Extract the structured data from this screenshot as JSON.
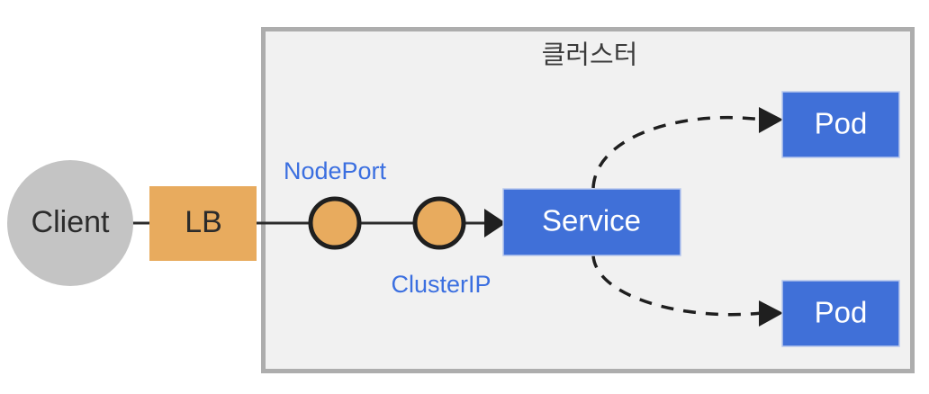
{
  "diagram": {
    "title_text": "클러스터",
    "nodes": {
      "client": {
        "label": "Client",
        "shape": "circle",
        "color": "#c4c4c4"
      },
      "lb": {
        "label": "LB",
        "shape": "rect",
        "color": "#e8ab5e"
      },
      "nodeport_circle": {
        "label": "",
        "shape": "circle",
        "color": "#e8ab5e"
      },
      "clusterip_circle": {
        "label": "",
        "shape": "circle",
        "color": "#e8ab5e"
      },
      "service": {
        "label": "Service",
        "shape": "rect",
        "color": "#4070d8"
      },
      "pod_top": {
        "label": "Pod",
        "shape": "rect",
        "color": "#4070d8"
      },
      "pod_bottom": {
        "label": "Pod",
        "shape": "rect",
        "color": "#4070d8"
      }
    },
    "annotations": {
      "nodeport": {
        "label": "NodePort",
        "color": "#3b6fe0"
      },
      "clusterip": {
        "label": "ClusterIP",
        "color": "#3b6fe0"
      }
    },
    "container": {
      "label": "클러스터",
      "fill": "#f1f1f1",
      "border": "#adadad"
    },
    "edges": [
      {
        "from": "client",
        "to": "lb",
        "style": "solid",
        "arrow": false
      },
      {
        "from": "lb",
        "to": "nodeport_circle",
        "style": "solid",
        "arrow": false
      },
      {
        "from": "nodeport_circle",
        "to": "clusterip_circle",
        "style": "solid",
        "arrow": false
      },
      {
        "from": "clusterip_circle",
        "to": "service",
        "style": "solid",
        "arrow": true
      },
      {
        "from": "service",
        "to": "pod_top",
        "style": "dashed",
        "arrow": true
      },
      {
        "from": "service",
        "to": "pod_bottom",
        "style": "dashed",
        "arrow": true
      }
    ]
  }
}
